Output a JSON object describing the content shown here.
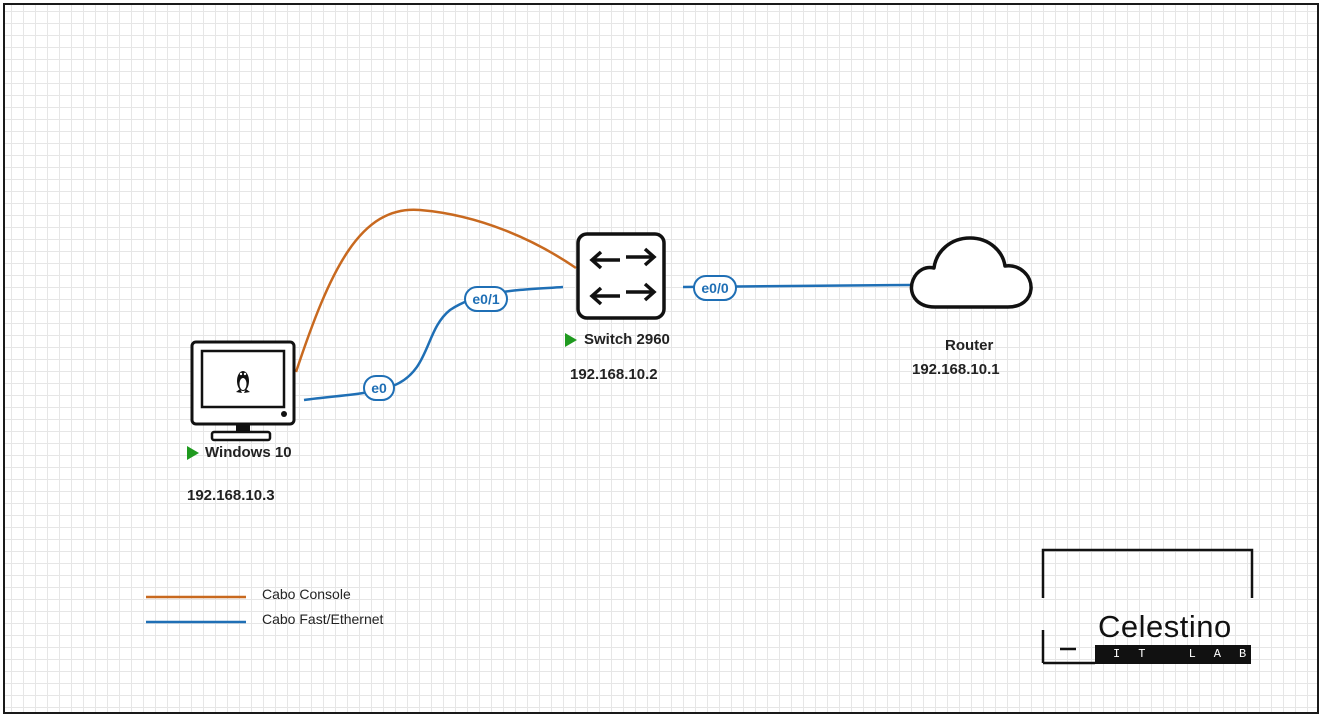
{
  "nodes": {
    "pc": {
      "name": "Windows 10",
      "ip": "192.168.10.3",
      "status": "running"
    },
    "switch": {
      "name": "Switch 2960",
      "ip": "192.168.10.2",
      "status": "running"
    },
    "router": {
      "name": "Router",
      "ip": "192.168.10.1"
    }
  },
  "links": [
    {
      "type": "console",
      "from": "Windows 10",
      "to": "Switch 2960"
    },
    {
      "type": "ethernet",
      "from": "Windows 10",
      "from_port": "e0",
      "to": "Switch 2960",
      "to_port": "e0/1"
    },
    {
      "type": "ethernet",
      "from": "Switch 2960",
      "from_port": "e0/0",
      "to": "Router"
    }
  ],
  "ports": {
    "pc_e0": "e0",
    "switch_e0_1": "e0/1",
    "switch_e0_0": "e0/0"
  },
  "legend": {
    "console": "Cabo Console",
    "ethernet": "Cabo Fast/Ethernet"
  },
  "logo": {
    "title": "Celestino",
    "subtitle": "IT LAB"
  },
  "colors": {
    "console_cable": "#c8691f",
    "ethernet_cable": "#1f6fb5",
    "running_indicator": "#1f9a1f",
    "grid": "#e6e6e6"
  },
  "icons": {
    "pc": "monitor-linux-icon",
    "switch": "switch-arrows-icon",
    "router": "cloud-icon"
  }
}
